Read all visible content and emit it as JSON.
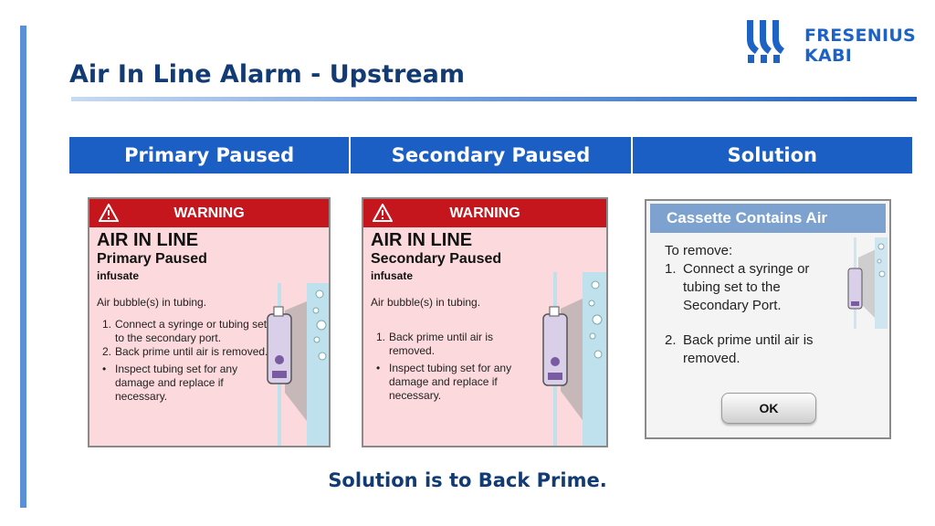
{
  "slide": {
    "title": "Air In Line Alarm - Upstream",
    "logo": {
      "line1": "FRESENIUS",
      "line2": "KABI"
    },
    "columns": [
      "Primary Paused",
      "Secondary Paused",
      "Solution"
    ],
    "conclusion": "Solution is to Back Prime."
  },
  "panel_primary": {
    "banner": "WARNING",
    "title": "AIR IN LINE",
    "subtitle": "Primary Paused",
    "infusate": "infusate",
    "message": "Air bubble(s) in tubing.",
    "steps": [
      {
        "n": "1.",
        "text": "Connect a syringe or tubing set to the secondary port."
      },
      {
        "n": "2.",
        "text": "Back prime until air is removed."
      },
      {
        "n": "•",
        "text": "Inspect tubing set for any damage and replace if necessary."
      }
    ]
  },
  "panel_secondary": {
    "banner": "WARNING",
    "title": "AIR IN LINE",
    "subtitle": "Secondary Paused",
    "infusate": "infusate",
    "message": "Air bubble(s) in tubing.",
    "steps": [
      {
        "n": "1.",
        "text": "Back prime until air is removed."
      },
      {
        "n": "•",
        "text": "Inspect tubing set for any damage and replace if necessary."
      }
    ]
  },
  "panel_solution": {
    "title": "Cassette Contains Air",
    "intro": "To remove:",
    "steps": [
      {
        "n": "1.",
        "text": "Connect a syringe or tubing set to the Secondary Port."
      },
      {
        "n": "2.",
        "text": "Back prime until air is removed."
      }
    ],
    "ok_label": "OK"
  },
  "colors": {
    "accent": "#1b5fc4",
    "title": "#123a73",
    "warning": "#c4161c",
    "panel_pink": "#fbd9dc"
  },
  "icons": [
    "warning-triangle-icon",
    "fresenius-logo-icon",
    "cassette-device-icon"
  ]
}
